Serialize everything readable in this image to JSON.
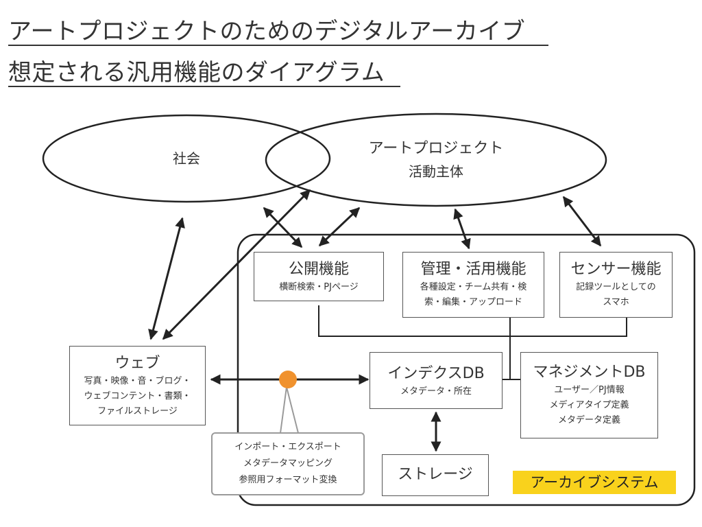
{
  "title": {
    "line1": "アートプロジェクトのためのデジタルアーカイブ",
    "line2": "想定される汎用機能のダイアグラム"
  },
  "ellipses": {
    "society": "社会",
    "art_project_title": "アートプロジェクト",
    "art_project_sub": "活動主体"
  },
  "boxes": {
    "public": {
      "title": "公開機能",
      "sub": "横断検索・PJページ"
    },
    "management": {
      "title": "管理・活用機能",
      "sub1": "各種設定・チーム共有・検",
      "sub2": "索・編集・アップロード"
    },
    "sensor": {
      "title": "センサー機能",
      "sub1": "記録ツールとしての",
      "sub2": "スマホ"
    },
    "web": {
      "title": "ウェブ",
      "sub1": "写真・映像・音・ブログ・",
      "sub2": "ウェブコンテント・書類・",
      "sub3": "ファイルストレージ"
    },
    "index_db": {
      "title": "インデクスDB",
      "sub": "メタデータ・所在"
    },
    "management_db": {
      "title": "マネジメントDB",
      "sub1": "ユーザー／PJ情報",
      "sub2": "メディアタイプ定義",
      "sub3": "メタデータ定義"
    },
    "storage": {
      "title": "ストレージ"
    }
  },
  "callout": {
    "line1": "インポート・エクスポート",
    "line2": "メタデータマッピング",
    "line3": "参照用フォーマット変換"
  },
  "archive_system_label": "アーカイブシステム",
  "colors": {
    "connector_dot": "#f0922e",
    "archive_label_bg": "#f9d21c",
    "callout_border": "#9a9a9a"
  }
}
